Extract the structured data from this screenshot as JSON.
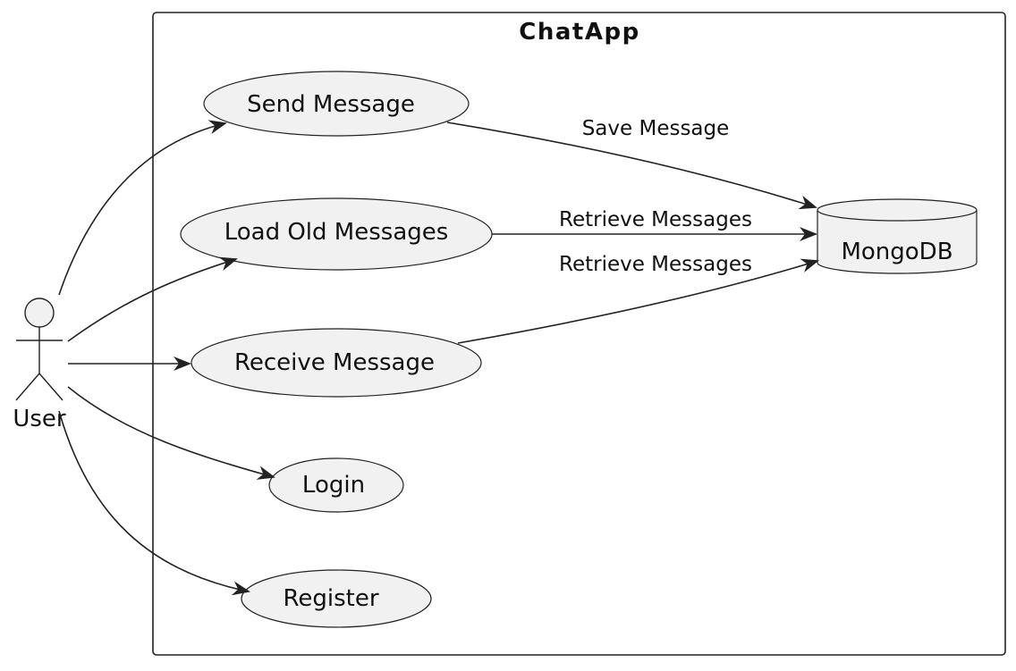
{
  "diagram": {
    "system_title": "ChatApp",
    "actor": {
      "label": "User"
    },
    "use_cases": {
      "send_message": "Send Message",
      "load_old_messages": "Load Old Messages",
      "receive_message": "Receive Message",
      "login": "Login",
      "register": "Register"
    },
    "database": {
      "label": "MongoDB"
    },
    "edge_labels": {
      "save_message": "Save Message",
      "retrieve_messages_load": "Retrieve Messages",
      "retrieve_messages_receive": "Retrieve Messages"
    }
  },
  "colors": {
    "node_fill": "#f1f1f1",
    "stroke": "#222222",
    "background": "#ffffff"
  }
}
